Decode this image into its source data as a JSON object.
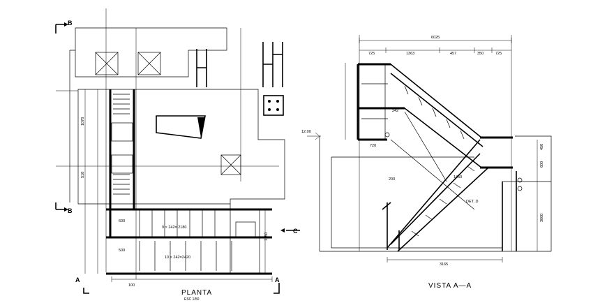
{
  "titles": {
    "plan": "PLANTA",
    "plan_scale": "ESC 1/50",
    "section": "VISTA A—A"
  },
  "section_marks": {
    "b_top": "B",
    "b_bottom": "B",
    "a_left": "A",
    "a_right": "A",
    "c": "C"
  },
  "plan_labels": {
    "stair_formula": "9 × 242= 2180",
    "stair_formula_2": "10 × 242=2420",
    "dim_600": "600",
    "dim_500": "500",
    "dim_100": "100",
    "dim_1250": "1250",
    "dim_1078": "1078",
    "dim_518": "518"
  },
  "section_labels": {
    "overall_width": "6025",
    "seg_1": "725",
    "seg_2": "1363",
    "seg_3": "457",
    "seg_4": "350",
    "seg_5": "725",
    "bottom_width": "3165",
    "height_1": "3000",
    "level_mark": "12.00",
    "detail": "DET. D",
    "dim_242": "242",
    "dim_720": "720",
    "dim_200": "200",
    "dim_1450": "1450",
    "dim_600": "600",
    "dim_450": "450"
  }
}
